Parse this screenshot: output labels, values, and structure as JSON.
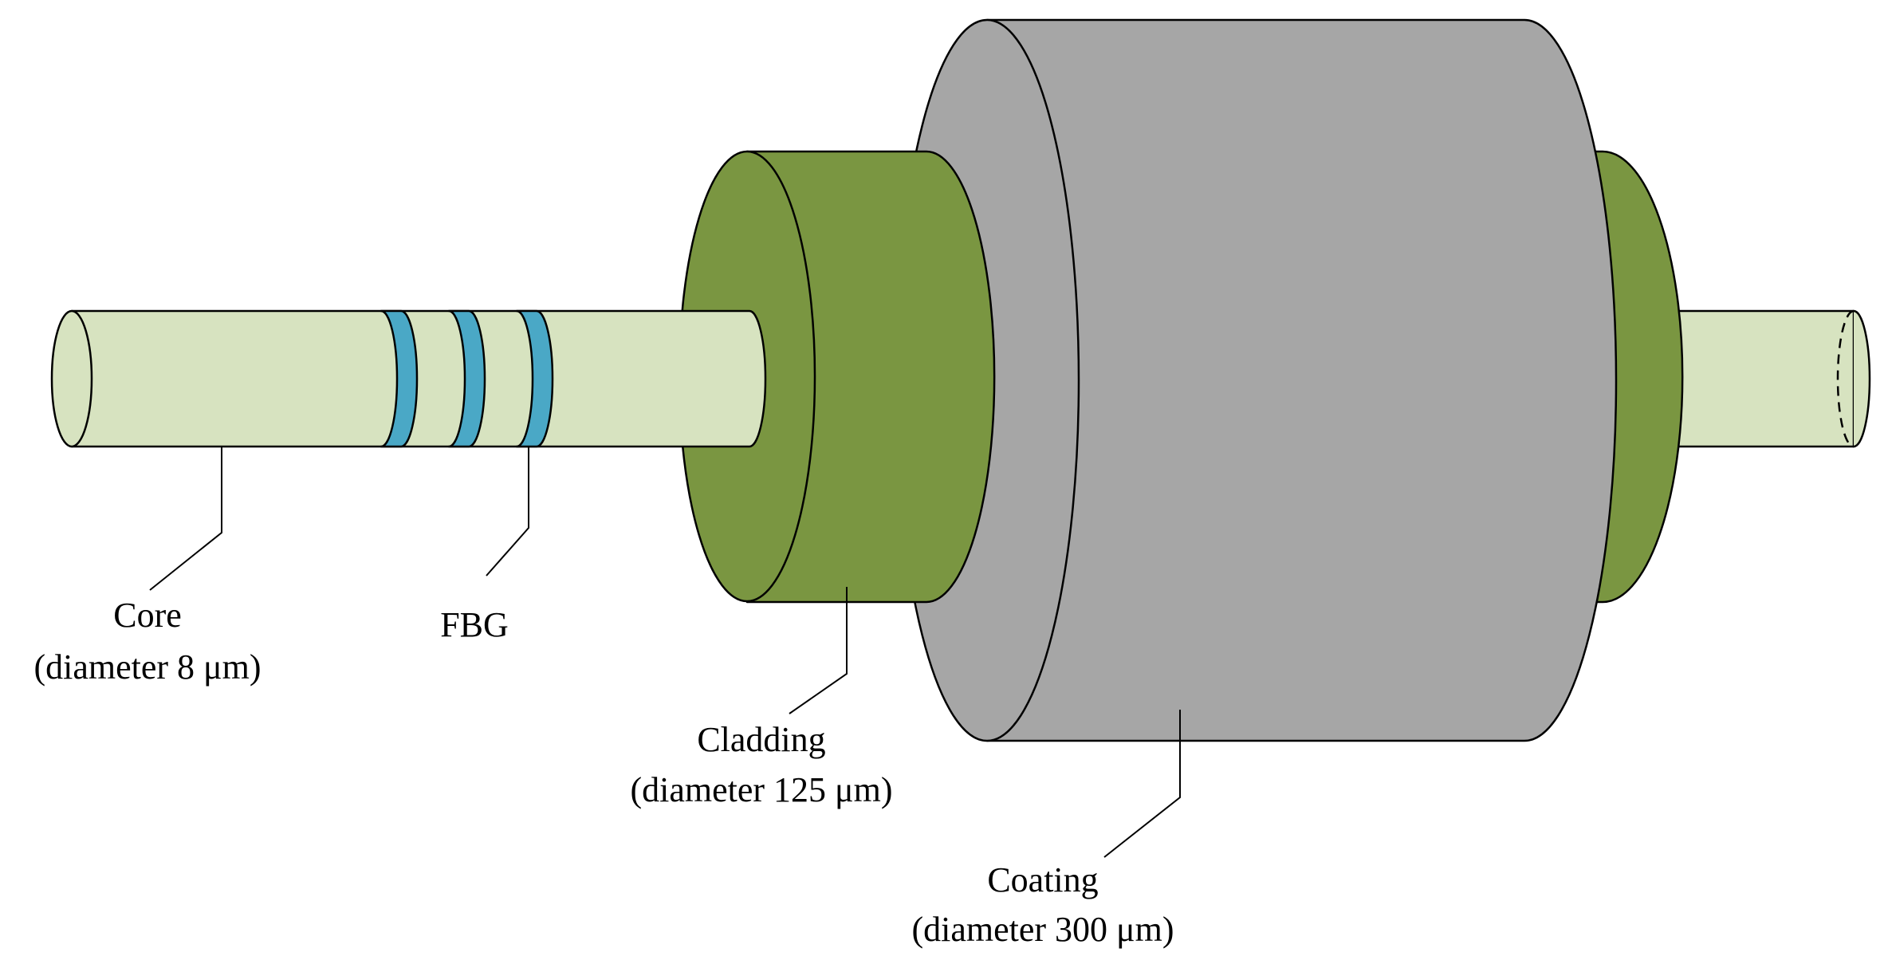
{
  "labels": {
    "core_name": "Core",
    "core_size": "(diameter 8 μm)",
    "fbg": "FBG",
    "cladding_name": "Cladding",
    "cladding_size": "(diameter 125 μm)",
    "coating_name": "Coating",
    "coating_size": "(diameter 300 μm)"
  },
  "colors": {
    "core": "#d7e3c0",
    "grating": "#4aa8c6",
    "cladding": "#7a9641",
    "coating": "#a6a6a6",
    "outline": "#000000"
  }
}
